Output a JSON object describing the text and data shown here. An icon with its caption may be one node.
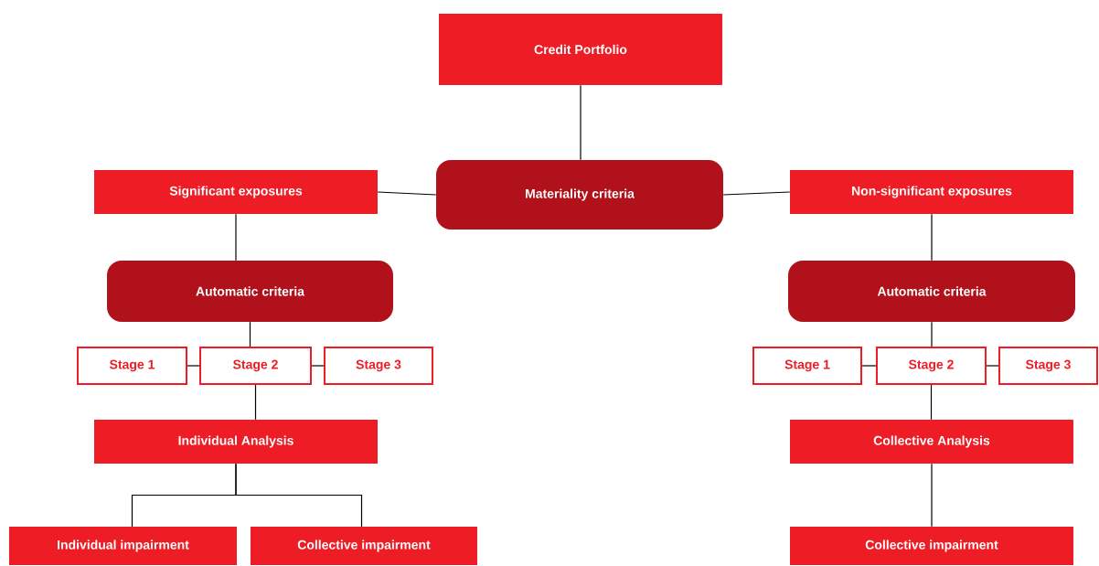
{
  "diagram": {
    "nodes": [
      {
        "text": [
          "Credit Portfolio"
        ]
      },
      {
        "text": [
          "Materiality criteria"
        ]
      },
      {
        "text": [
          "Significant exposures"
        ]
      },
      {
        "text": [
          "Non-significant exposures"
        ]
      },
      {
        "text": [
          "Automatic criteria"
        ]
      },
      {
        "text": [
          "Automatic criteria"
        ]
      },
      {
        "text": [
          "Stage 1"
        ]
      },
      {
        "text": [
          "Stage 2"
        ]
      },
      {
        "text": [
          "Stage 3"
        ]
      },
      {
        "text": [
          "Stage 1"
        ]
      },
      {
        "text": [
          "Stage 2"
        ]
      },
      {
        "text": [
          "Stage 3"
        ]
      },
      {
        "text": [
          "Individual Analysis"
        ]
      },
      {
        "text": [
          "Collective Analysis"
        ]
      },
      {
        "text": [
          "Individual impairment"
        ]
      },
      {
        "text": [
          "Collective impairment"
        ]
      },
      {
        "text": [
          "Collective impairment"
        ]
      }
    ],
    "edges": [
      {
        "from": 0,
        "to": 1,
        "arrow": "none"
      },
      {
        "from": 1,
        "to": 2,
        "arrow": "none"
      },
      {
        "from": 1,
        "to": 3,
        "arrow": "none"
      },
      {
        "from": 2,
        "to": 4,
        "arrow": "none"
      },
      {
        "from": 3,
        "to": 5,
        "arrow": "none"
      },
      {
        "from": 4,
        "to": 7,
        "arrow": "none"
      },
      {
        "from": 5,
        "to": 10,
        "arrow": "none"
      },
      {
        "from": 6,
        "to": 7,
        "arrow": "none"
      },
      {
        "from": 7,
        "to": 8,
        "arrow": "none"
      },
      {
        "from": 9,
        "to": 10,
        "arrow": "none"
      },
      {
        "from": 10,
        "to": 11,
        "arrow": "none"
      },
      {
        "from": 7,
        "to": 12,
        "arrow": "none"
      },
      {
        "from": 10,
        "to": 13,
        "arrow": "none"
      },
      {
        "from": 12,
        "to": 14,
        "arrow": "none"
      },
      {
        "from": 12,
        "to": 15,
        "arrow": "none"
      },
      {
        "from": 13,
        "to": 16,
        "arrow": "none"
      }
    ]
  }
}
